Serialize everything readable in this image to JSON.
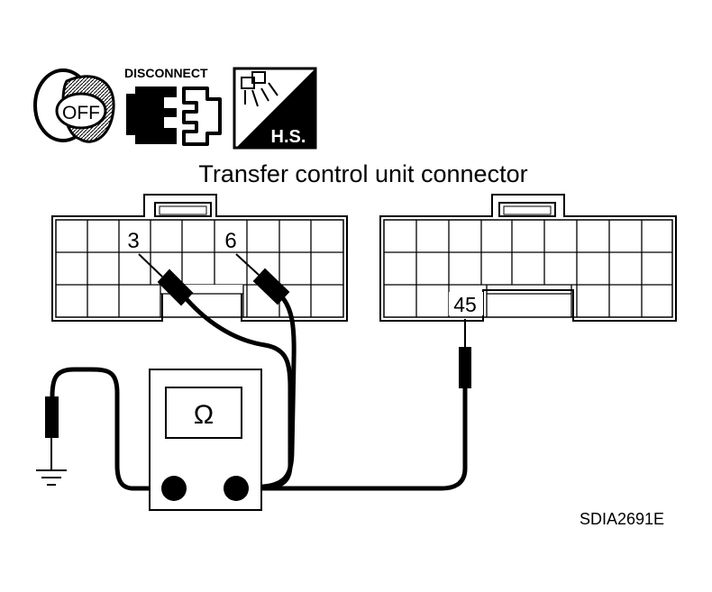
{
  "icons": {
    "ignition": {
      "name": "ignition-off-icon",
      "text": "OFF"
    },
    "disconnect": {
      "name": "disconnect-icon",
      "text": "DISCONNECT"
    },
    "harness": {
      "name": "harness-side-icon",
      "text": "H.S."
    }
  },
  "title": "Transfer control unit connector",
  "terminals": {
    "t3": "3",
    "t6": "6",
    "t45": "45"
  },
  "meter": {
    "symbol": "Ω"
  },
  "code": "SDIA2691E"
}
